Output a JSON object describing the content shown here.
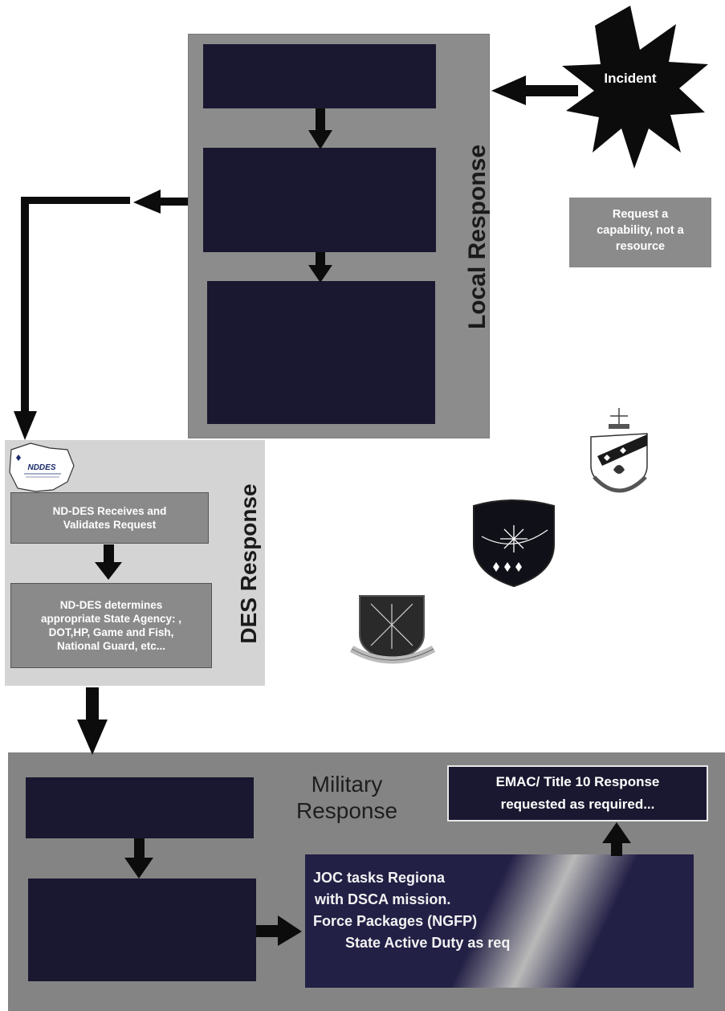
{
  "incident": {
    "label": "Incident"
  },
  "local": {
    "title": "Local Response"
  },
  "capability_note": {
    "lines": [
      "Request a",
      "capability, not a",
      "resource"
    ]
  },
  "des": {
    "title": "DES Response",
    "logo_text": "NDDES",
    "receives_box": {
      "lines": [
        "ND-DES Receives and",
        "Validates Request"
      ]
    },
    "determines_box": {
      "lines": [
        "ND-DES determines",
        "appropriate State Agency: ,",
        "DOT,HP, Game and Fish,",
        "National Guard, etc..."
      ]
    }
  },
  "military": {
    "title_lines": [
      "Military",
      "Response"
    ],
    "emac_box": {
      "lines": [
        "EMAC/ Title 10 Response",
        "requested as required..."
      ]
    },
    "joc_box": {
      "lines": [
        "JOC tasks Regiona",
        "with DSCA mission.",
        "Force Packages (NGFP)",
        "State Active Duty as req"
      ]
    }
  },
  "colors": {
    "dark_box": "#1a1830",
    "local_panel": "#8c8c8c",
    "des_panel": "#d4d4d4",
    "military_panel": "#848484",
    "gray_box": "#8a8a8a"
  }
}
